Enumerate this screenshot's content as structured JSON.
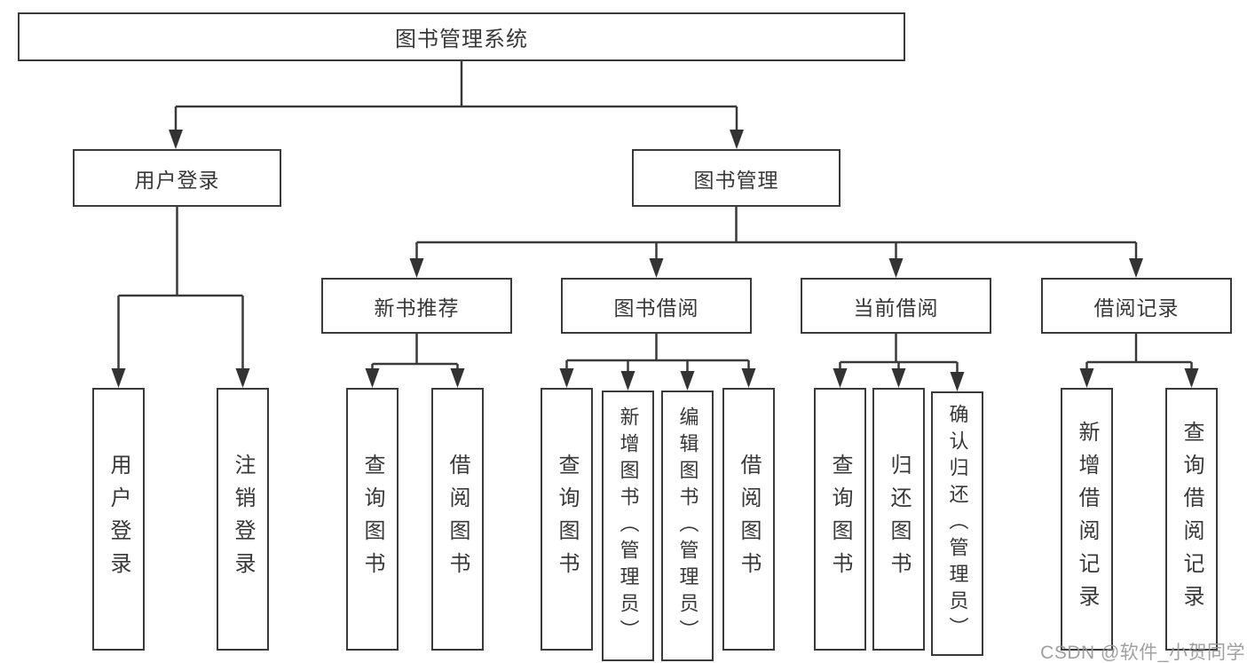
{
  "tree": {
    "label": "图书管理系统",
    "children": [
      {
        "label": "用户登录",
        "children": [
          {
            "label": "用户登录"
          },
          {
            "label": "注销登录"
          }
        ]
      },
      {
        "label": "图书管理",
        "children": [
          {
            "label": "新书推荐",
            "children": [
              {
                "label": "查询图书"
              },
              {
                "label": "借阅图书"
              }
            ]
          },
          {
            "label": "图书借阅",
            "children": [
              {
                "label": "查询图书"
              },
              {
                "label": "新增图书（管理员）"
              },
              {
                "label": "编辑图书（管理员）"
              },
              {
                "label": "借阅图书"
              }
            ]
          },
          {
            "label": "当前借阅",
            "children": [
              {
                "label": "查询图书"
              },
              {
                "label": "归还图书"
              },
              {
                "label": "确认归还（管理员）"
              }
            ]
          },
          {
            "label": "借阅记录",
            "children": [
              {
                "label": "新增借阅记录"
              },
              {
                "label": "查询借阅记录"
              }
            ]
          }
        ]
      }
    ]
  },
  "watermark": {
    "text": "CSDN @软件_小贺同学"
  },
  "colors": {
    "line": "#3a3a3a",
    "box_border": "#3a3a3a",
    "text": "#383838",
    "watermark": "#969696",
    "background": "#ffffff"
  }
}
